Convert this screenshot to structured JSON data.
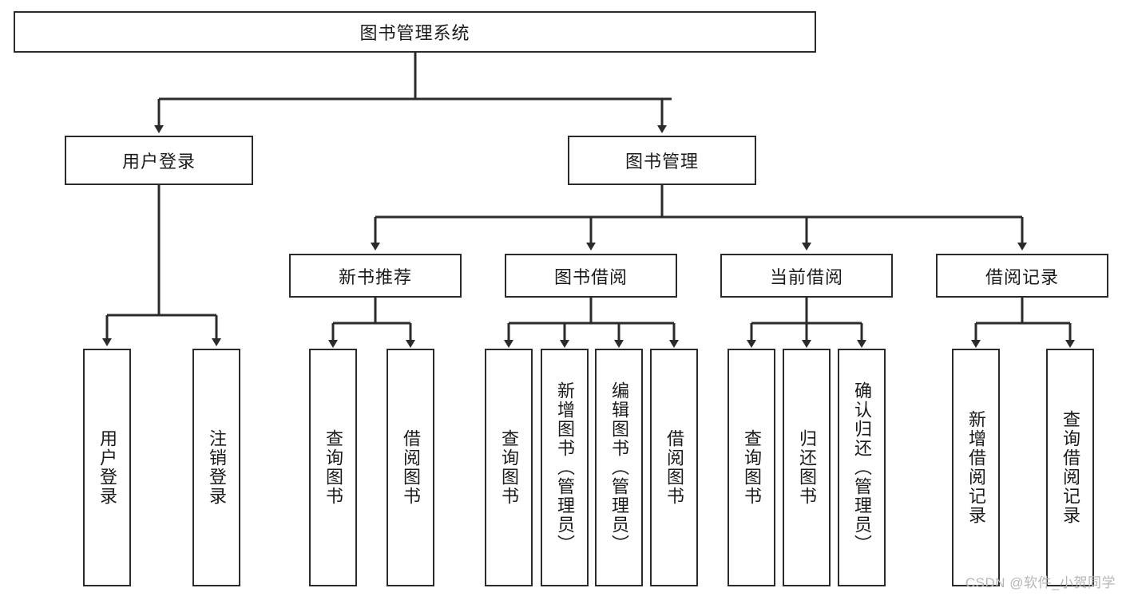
{
  "diagram": {
    "title": "图书管理系统",
    "watermark": "CSDN @软件_小贺同学",
    "colors": {
      "stroke": "#2b2b2b",
      "box_fill": "#ffffff",
      "text": "#1a1a1a",
      "watermark": "#b6b6b6",
      "background": "#ffffff"
    },
    "root": {
      "label": "图书管理系统"
    },
    "level2": [
      {
        "label": "用户登录"
      },
      {
        "label": "图书管理"
      }
    ],
    "level3": [
      {
        "label": "新书推荐"
      },
      {
        "label": "图书借阅"
      },
      {
        "label": "当前借阅"
      },
      {
        "label": "借阅记录"
      }
    ],
    "leaves": {
      "user_login": [
        {
          "label": "用户登录"
        },
        {
          "label": "注销登录"
        }
      ],
      "new_book_recommend": [
        {
          "label": "查询图书"
        },
        {
          "label": "借阅图书"
        }
      ],
      "book_borrow": [
        {
          "label": "查询图书"
        },
        {
          "label": "新增图书（管理员）"
        },
        {
          "label": "编辑图书（管理员）"
        },
        {
          "label": "借阅图书"
        }
      ],
      "current_borrow": [
        {
          "label": "查询图书"
        },
        {
          "label": "归还图书"
        },
        {
          "label": "确认归还（管理员）"
        }
      ],
      "borrow_record": [
        {
          "label": "新增借阅记录"
        },
        {
          "label": "查询借阅记录"
        }
      ]
    }
  }
}
